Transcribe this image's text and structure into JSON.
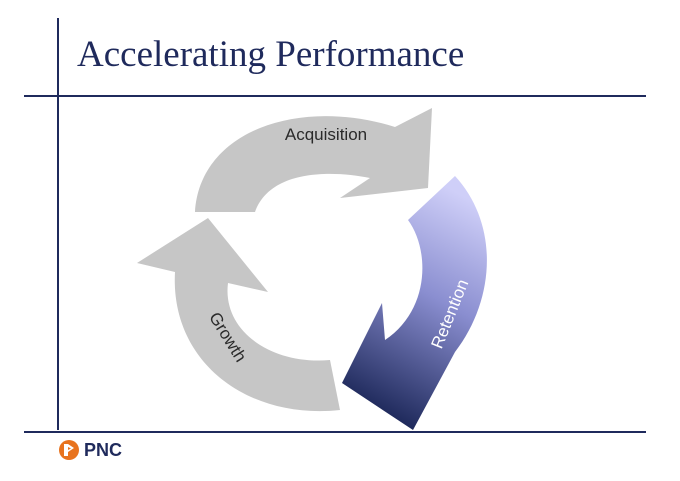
{
  "slide": {
    "title": "Accelerating Performance"
  },
  "cycle": {
    "stages": [
      {
        "label": "Acquisition",
        "color": "#c6c6c6"
      },
      {
        "label": "Retention",
        "colors": [
          "#c8c8f4",
          "#1f2a5c"
        ]
      },
      {
        "label": "Growth",
        "color": "#c6c6c6"
      }
    ]
  },
  "brand": {
    "logo_text": "PNC",
    "mark_color": "#e8731e",
    "text_color": "#1f2a5c"
  }
}
